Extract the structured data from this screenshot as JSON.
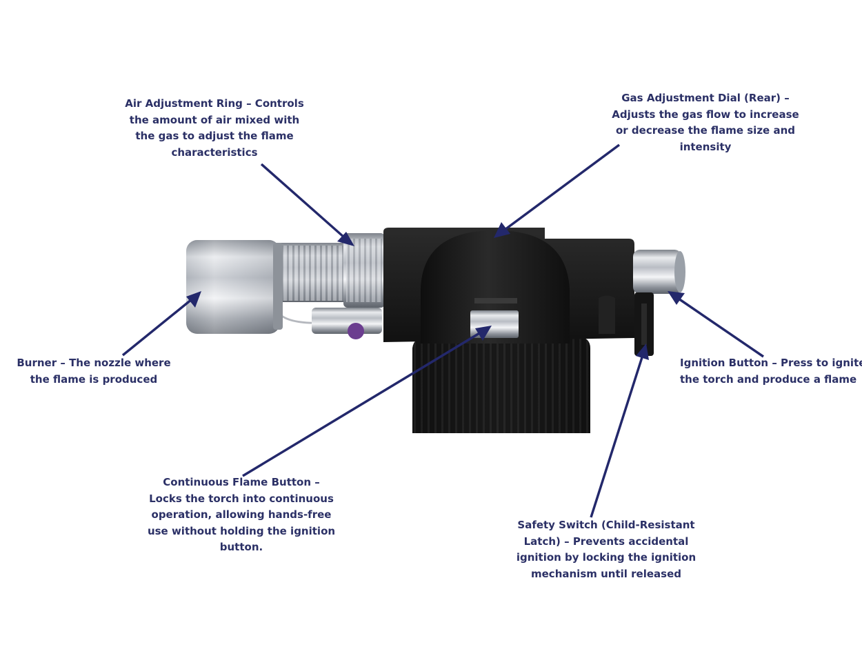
{
  "image_description_hidden": "",
  "colors": {
    "label_text": "#2b3066",
    "arrow": "#23286b",
    "torch_body": "#1a1a1a",
    "chrome": "#c9ccd2",
    "background": "#ffffff"
  },
  "labels": {
    "air_adjustment_ring": {
      "lines": [
        "Air Adjustment Ring – Controls",
        "the amount of air mixed with",
        "the gas to adjust the flame",
        "characteristics"
      ]
    },
    "gas_adjustment_dial": {
      "lines": [
        "Gas Adjustment Dial (Rear) –",
        "Adjusts the gas flow to increase",
        "or decrease the flame size and",
        "intensity"
      ]
    },
    "burner": {
      "lines": [
        "Burner – The nozzle where",
        "the flame is produced"
      ]
    },
    "ignition_button": {
      "lines": [
        "Ignition Button – Press to ignite",
        "the torch and produce a flame"
      ]
    },
    "continuous_flame_button": {
      "lines": [
        "Continuous Flame Button –",
        "Locks the torch into continuous",
        "operation, allowing hands-free",
        "use without holding the ignition",
        "button."
      ]
    },
    "safety_switch": {
      "lines": [
        "Safety Switch (Child-Resistant",
        "Latch) – Prevents accidental",
        "ignition by locking the ignition",
        "mechanism until released"
      ]
    }
  }
}
